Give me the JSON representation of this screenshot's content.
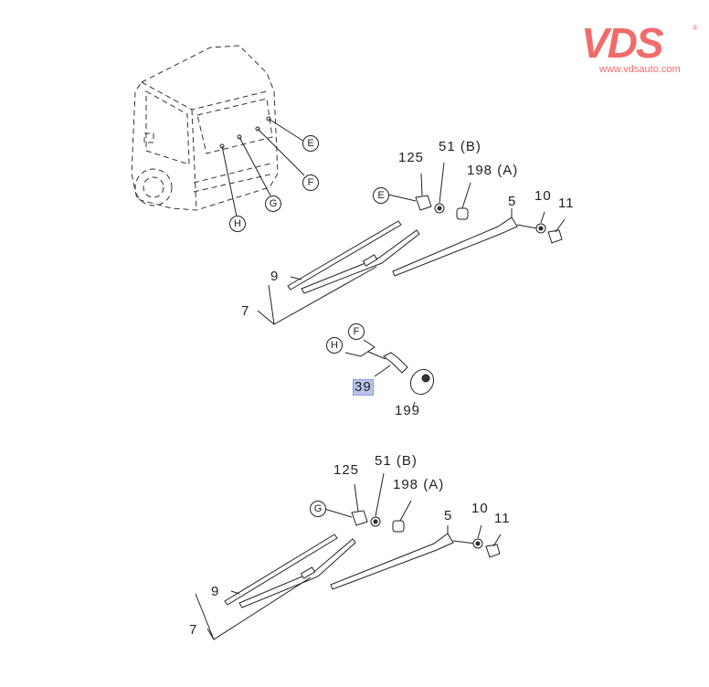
{
  "logo": {
    "brand": "VDS",
    "url": "www.vdsauto.com",
    "registered": "®",
    "color": "#f26b6b"
  },
  "vehicle_refs": {
    "e": "E",
    "f": "F",
    "g": "G",
    "h": "H"
  },
  "upper_assembly": {
    "ref": "E",
    "nut": "125",
    "washer": "51 (B)",
    "bushing": "198 (A)",
    "arm": "5",
    "arm_washer": "10",
    "cap": "11",
    "blade": "9",
    "blade_assembly": "7"
  },
  "middle_assembly": {
    "ref_f": "F",
    "ref_h": "H",
    "motor_bolt": "39",
    "grommet": "199"
  },
  "lower_assembly": {
    "ref": "G",
    "nut": "125",
    "washer": "51 (B)",
    "bushing": "198 (A)",
    "arm": "5",
    "arm_washer": "10",
    "cap": "11",
    "blade": "9",
    "blade_assembly": "7"
  }
}
